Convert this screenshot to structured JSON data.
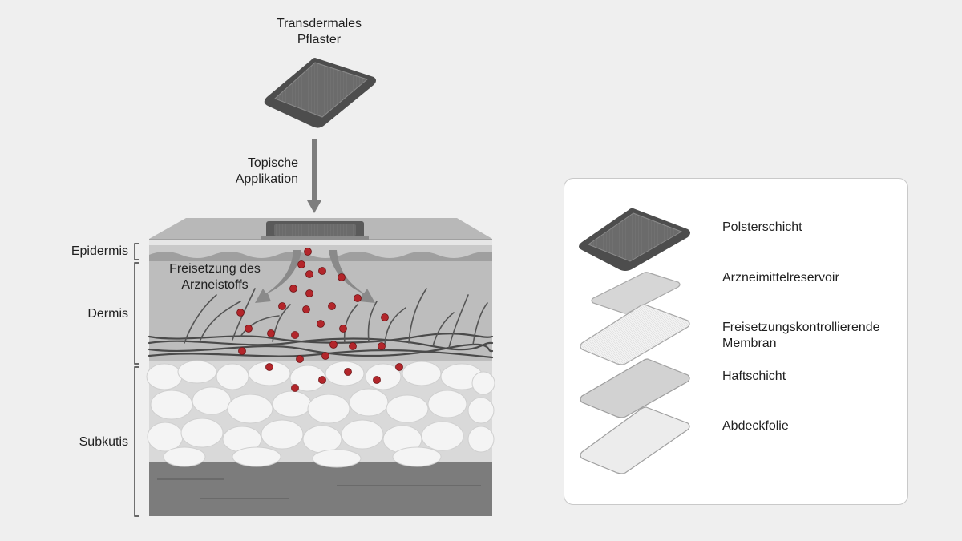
{
  "patch": {
    "title_line1": "Transdermales",
    "title_line2": "Pflaster"
  },
  "application": {
    "line1": "Topische",
    "line2": "Applikation"
  },
  "release": {
    "line1": "Freisetzung des",
    "line2": "Arzneistoffs"
  },
  "layers": {
    "epidermis": "Epidermis",
    "dermis": "Dermis",
    "subkutis": "Subkutis"
  },
  "legend": {
    "items": [
      {
        "label": "Polsterschicht"
      },
      {
        "label": "Arzneimittelreservoir"
      },
      {
        "label": "Freisetzungskontrollierende",
        "label2": "Membran"
      },
      {
        "label": "Haftschicht"
      },
      {
        "label": "Abdeckfolie"
      }
    ]
  },
  "colors": {
    "background": "#efefef",
    "patch_dark": "#5e5e5e",
    "drug_particle": "#b3262b",
    "arrow": "#7d7d7d"
  }
}
